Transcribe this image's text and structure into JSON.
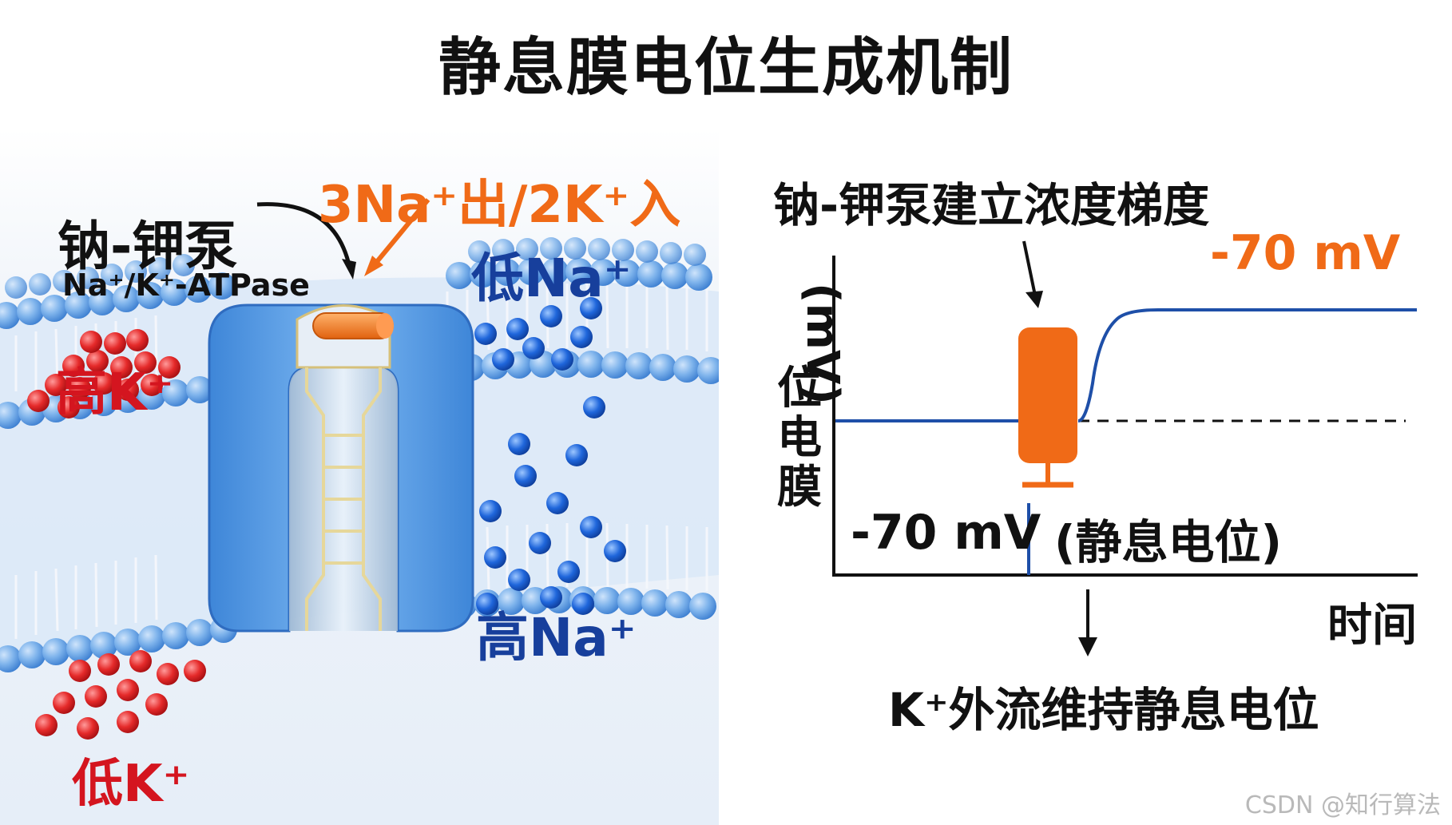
{
  "title": "静息膜电位生成机制",
  "left_panel": {
    "pump_name": "钠-钾泵",
    "pump_subtitle": "Na⁺/K⁺-ATPase",
    "flux_label": "3Na⁺出/2K⁺入",
    "high_k": "高K⁺",
    "low_k": "低K⁺",
    "low_na": "低Na⁺",
    "high_na": "高Na⁺"
  },
  "right_panel": {
    "heading": "钠-钾泵建立浓度梯度",
    "y_axis_label_unit": "(mV)",
    "y_axis_label_chars": [
      "位",
      "电",
      "膜"
    ],
    "x_axis_label": "时间",
    "peak_value": "-70 mV",
    "resting_value": "-70 mV",
    "resting_label": "(静息电位)",
    "bottom_note": "K⁺外流维持静息电位"
  },
  "watermark": "CSDN @知行算法",
  "colors": {
    "red": "#d4151f",
    "blue": "#173f9c",
    "orange": "#f06a17",
    "membrane_blue": "#5aa0e8",
    "pump_blue": "#4f9be6"
  }
}
